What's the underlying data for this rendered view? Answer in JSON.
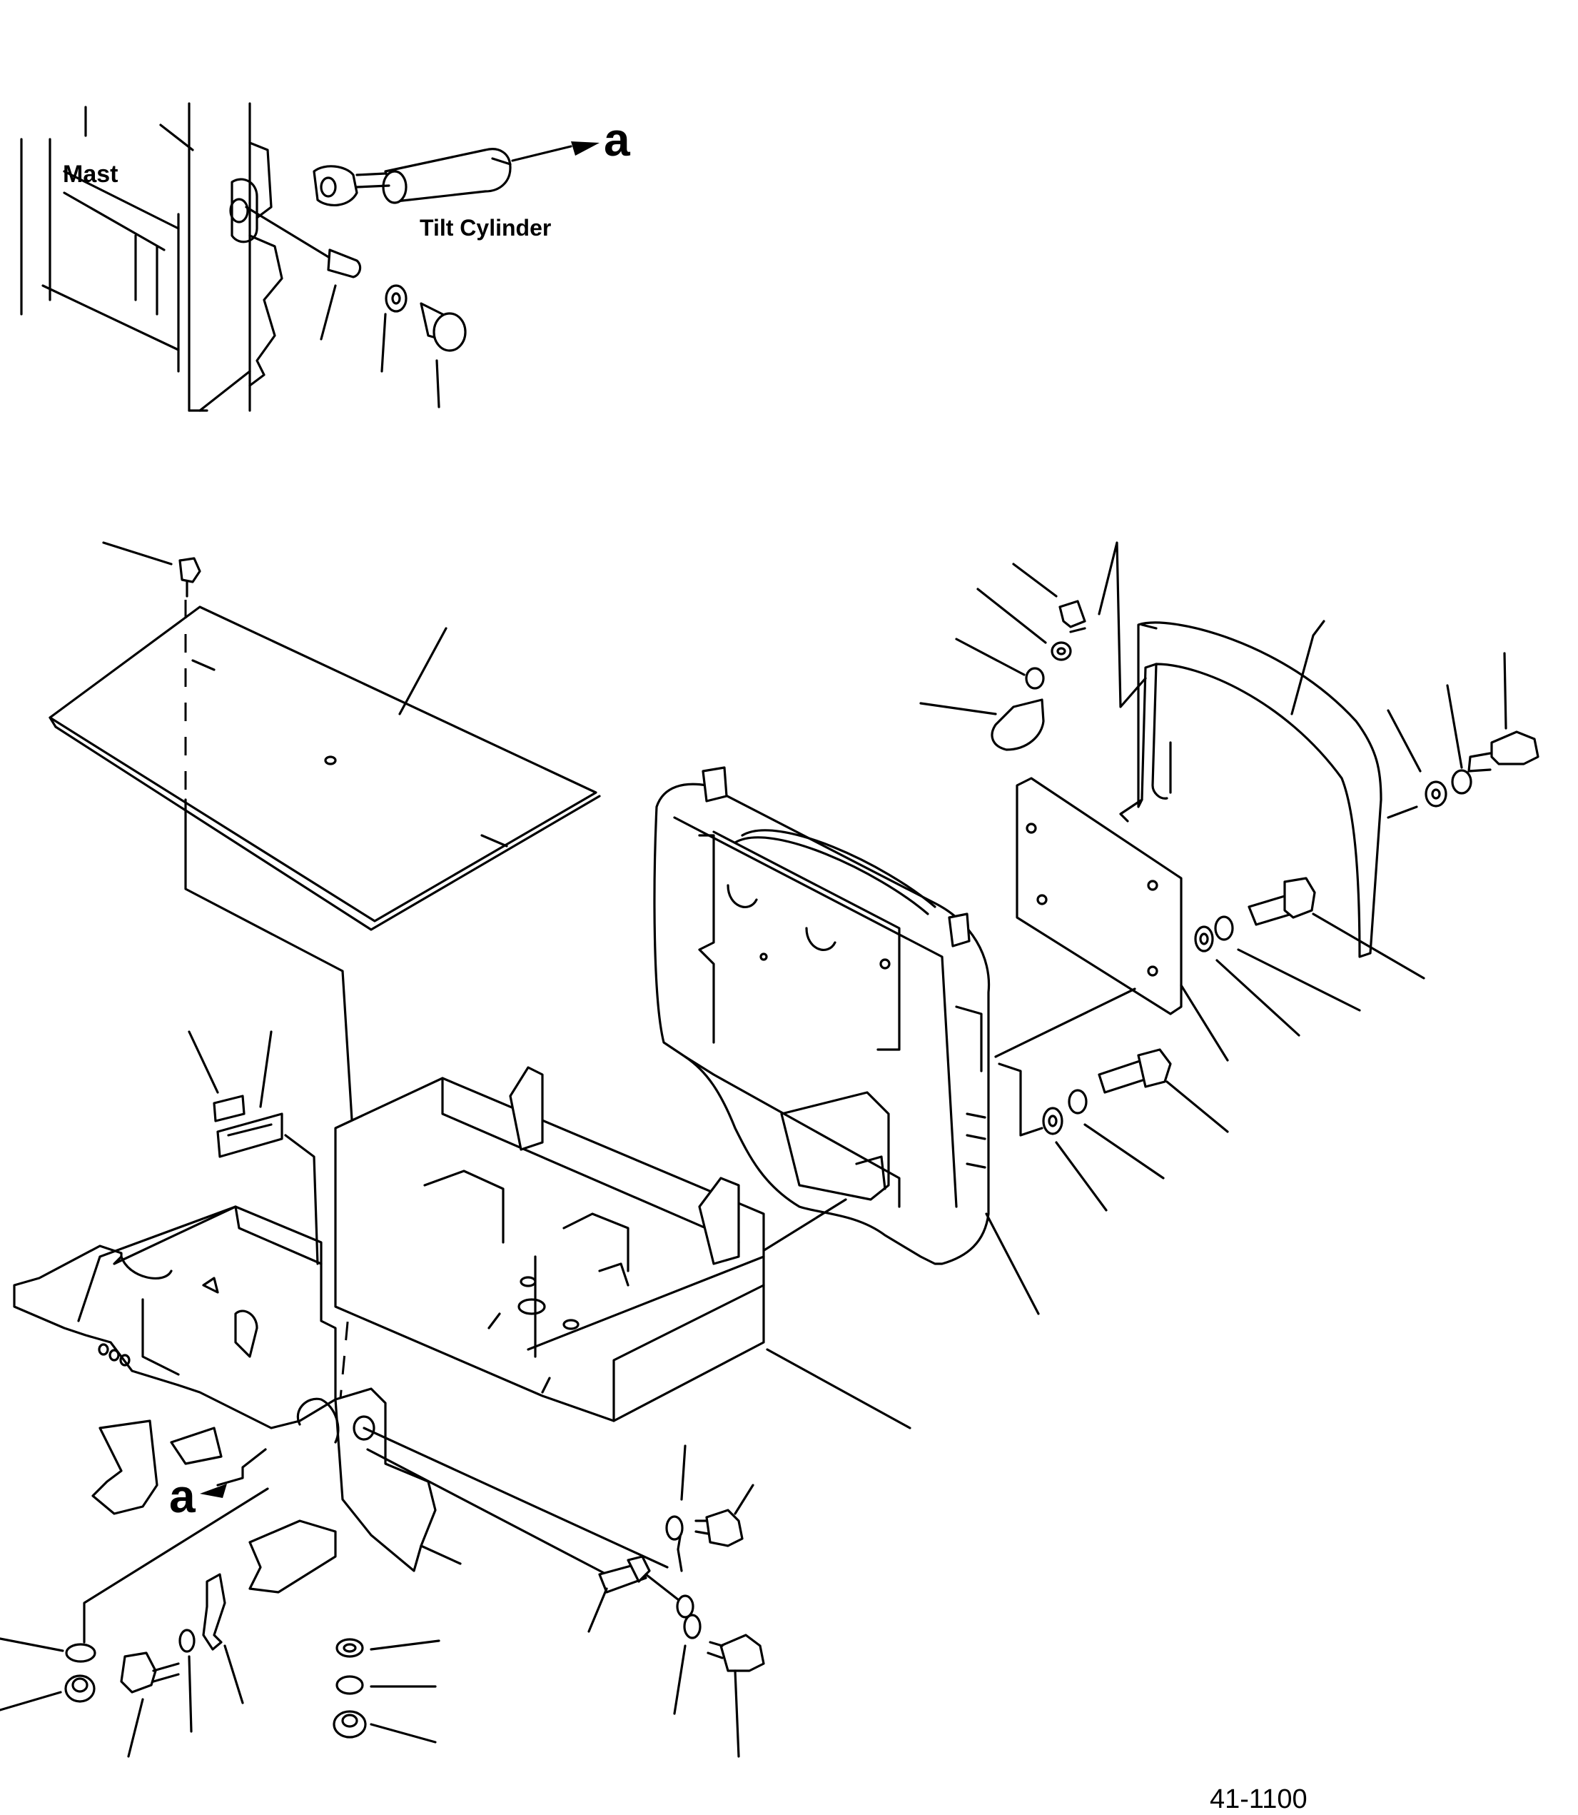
{
  "labels": {
    "mast": "Mast",
    "tilt_cylinder": "Tilt Cylinder",
    "ref_a_top": "a",
    "ref_a_bottom": "a"
  },
  "figure_number": "41-1100"
}
